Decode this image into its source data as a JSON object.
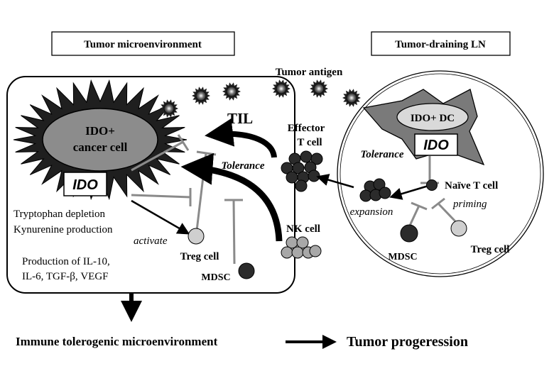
{
  "labels": {
    "tumor_microenvironment": "Tumor microenvironment",
    "tumor_draining_ln": "Tumor-draining LN",
    "tumor_antigen": "Tumor antigen",
    "cancer_line1": "IDO+",
    "cancer_line2": "cancer cell",
    "ido_tumor": "IDO",
    "ido_dc_label": "IDO+ DC",
    "ido_dc_box": "IDO",
    "til": "TIL",
    "effector_line1": "Effector",
    "effector_line2": "T cell",
    "tolerance_tumor": "Tolerance",
    "tolerance_ln": "Tolerance",
    "tryptophan": "Tryptophan depletion",
    "kynurenine": "Kynurenine production",
    "activate": "activate",
    "treg_tumor": "Treg cell",
    "mdsc_tumor": "MDSC",
    "nk_cell": "NK cell",
    "production_line1": "Production of IL-10,",
    "production_line2": "IL-6, TGF-β, VEGF",
    "naive_t_cell": "Naïve T cell",
    "priming": "priming",
    "expansion": "expansion",
    "mdsc_ln": "MDSC",
    "treg_ln": "Treg cell",
    "immune_tolerogenic": "Immune tolerogenic microenvironment",
    "tumor_progression": "Tumor progeression"
  },
  "colors": {
    "cancer_cell": "#8c8c8c",
    "spiky_halo": "#1f1f1f",
    "dendritic_cell": "#7a7a7a",
    "dark_cell": "#2b2b2b",
    "treg_cell": "#cfcfcf",
    "nk_cell": "#a8a8a8",
    "inhibitor_line": "#8a8a8a"
  }
}
